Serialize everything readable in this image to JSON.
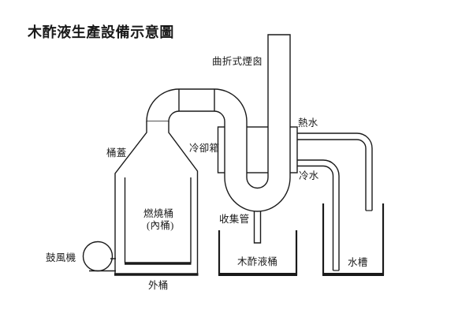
{
  "title": "木酢液生產設備示意圖",
  "diagram": {
    "labels": {
      "chimney": "曲折式煙囪",
      "hot_water": "熱水",
      "cold_water": "冷水",
      "barrel_lid": "桶蓋",
      "cooling_box": "冷卻箱",
      "burning_barrel_line1": "燃燒桶",
      "burning_barrel_line2": "(內桶)",
      "collection_pipe": "收集管",
      "blower": "鼓風機",
      "wood_vinegar_barrel": "木酢液桶",
      "outer_barrel": "外桶",
      "water_tank": "水槽"
    },
    "colors": {
      "line": "#1a1a1a",
      "background": "#ffffff",
      "text": "#1a1a1a"
    }
  }
}
